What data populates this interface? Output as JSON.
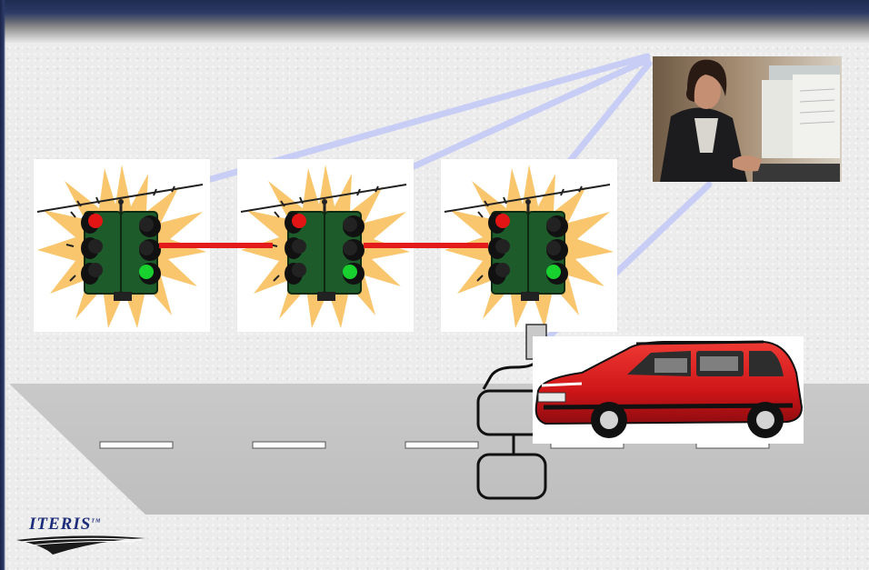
{
  "logo": {
    "text": "ITERIS",
    "trademark": "TM"
  },
  "colors": {
    "title_bar": "#2c3a66",
    "road": "#c4c4c4",
    "lane_marking": "#ffffff",
    "red_link": "#e41b1b",
    "comm_link": "#c8cdf5",
    "signal_housing": "#1d5b2a",
    "starburst": "#f9c66e",
    "car_body": "#d3171b",
    "logo": "#1d2d7a"
  },
  "traffic_signals": [
    {
      "id": "signal-1",
      "lit": [
        "red",
        "green"
      ]
    },
    {
      "id": "signal-2",
      "lit": [
        "red",
        "green"
      ]
    },
    {
      "id": "signal-3",
      "lit": [
        "red",
        "green"
      ]
    }
  ],
  "icons": [
    "starburst-icon",
    "traffic-light-icon",
    "camera-icon",
    "operator-photo",
    "minivan-icon",
    "detection-loop-icon"
  ]
}
